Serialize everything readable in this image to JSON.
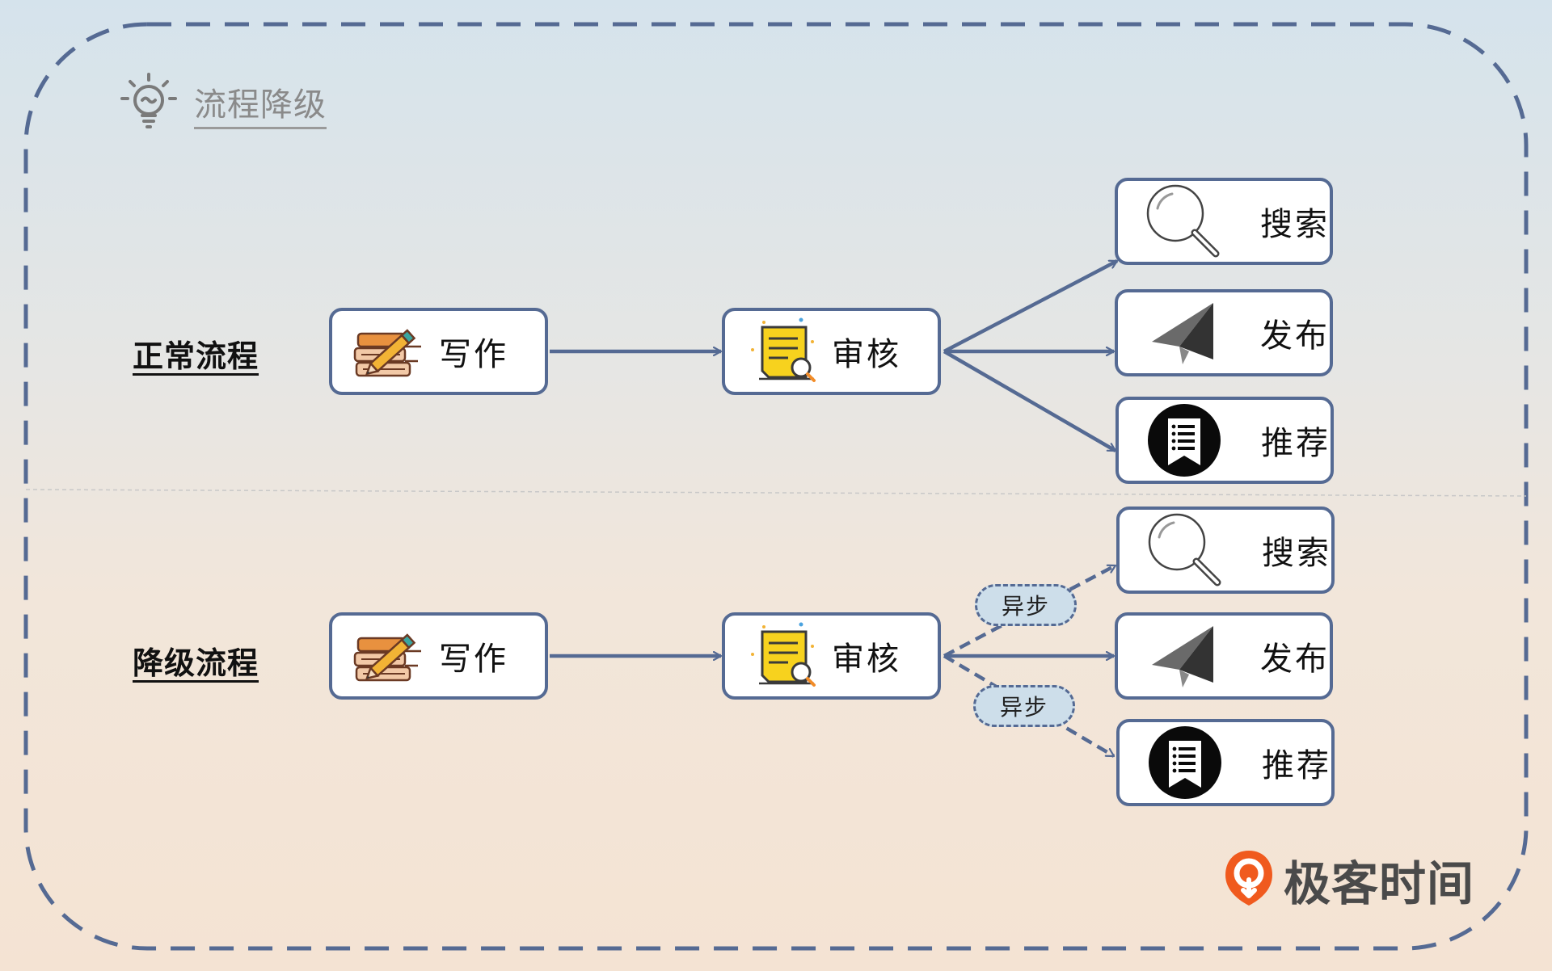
{
  "header": {
    "title": "流程降级",
    "icon": "lightbulb-icon"
  },
  "normal_flow": {
    "label": "正常流程",
    "steps": [
      {
        "label": "写作",
        "icon": "pencil-books-icon"
      },
      {
        "label": "审核",
        "icon": "document-review-icon"
      }
    ],
    "outputs": [
      {
        "label": "搜索",
        "icon": "magnifier-icon"
      },
      {
        "label": "发布",
        "icon": "paper-plane-icon"
      },
      {
        "label": "推荐",
        "icon": "bookmark-list-icon"
      }
    ]
  },
  "degraded_flow": {
    "label": "降级流程",
    "steps": [
      {
        "label": "写作",
        "icon": "pencil-books-icon"
      },
      {
        "label": "审核",
        "icon": "document-review-icon"
      }
    ],
    "outputs": [
      {
        "label": "搜索",
        "icon": "magnifier-icon",
        "async_label": "异步"
      },
      {
        "label": "发布",
        "icon": "paper-plane-icon"
      },
      {
        "label": "推荐",
        "icon": "bookmark-list-icon",
        "async_label": "异步"
      }
    ]
  },
  "brand": {
    "name": "极客时间",
    "icon": "geektime-logo-icon"
  },
  "colors": {
    "border": "#556a93",
    "badge_fill": "#cddeea",
    "brand_orange": "#f05a1e",
    "note_yellow": "#f7d21e"
  }
}
